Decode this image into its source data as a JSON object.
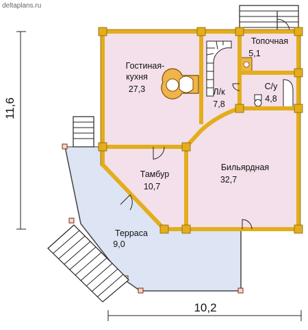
{
  "site": {
    "text": "deltaplans.ru"
  },
  "dimensions": {
    "height": "11,6",
    "width": "10,2"
  },
  "rooms": [
    {
      "id": "living-kitchen",
      "name_line1": "Гостиная-",
      "name_line2": "кухня",
      "area": "27,3"
    },
    {
      "id": "furnace",
      "name": "Топочная",
      "area": "5,1"
    },
    {
      "id": "stair",
      "name": "Л/к",
      "area": "7,8"
    },
    {
      "id": "bathroom",
      "name": "С/у",
      "area": "4,8"
    },
    {
      "id": "vestibule",
      "name": "Тамбур",
      "area": "10,7"
    },
    {
      "id": "billiard",
      "name": "Бильярдная",
      "area": "32,7"
    },
    {
      "id": "terrace",
      "name": "Терраса",
      "area": "9,0"
    }
  ],
  "colors": {
    "room_fill": "#f3e0ea",
    "terrace_fill": "#dde4f3",
    "wall": "#e3ad1c",
    "wall_dark": "#8a6100",
    "line": "#333333",
    "stove": "#f1b44a"
  }
}
